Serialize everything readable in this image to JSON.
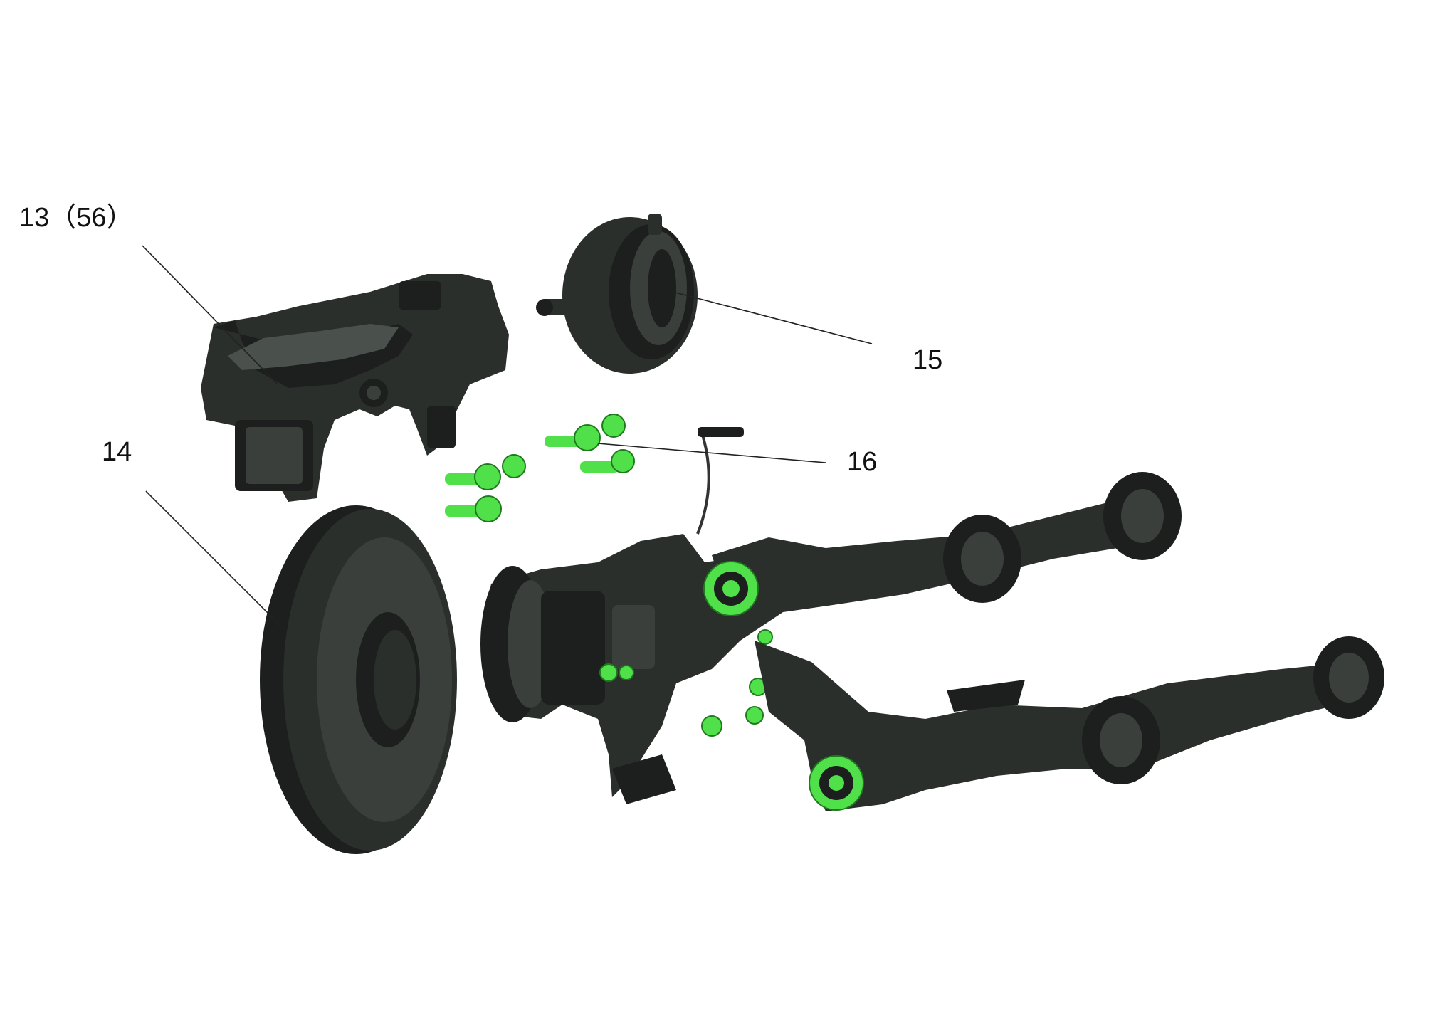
{
  "diagram": {
    "callouts": [
      {
        "id": "13",
        "label": "13（56）"
      },
      {
        "id": "14",
        "label": "14"
      },
      {
        "id": "15",
        "label": "15"
      },
      {
        "id": "16",
        "label": "16"
      }
    ]
  },
  "colors": {
    "part_body": "#2b2f2c",
    "fastener_highlight": "#4fe04a",
    "leader_line": "#222222",
    "background": "#ffffff"
  }
}
